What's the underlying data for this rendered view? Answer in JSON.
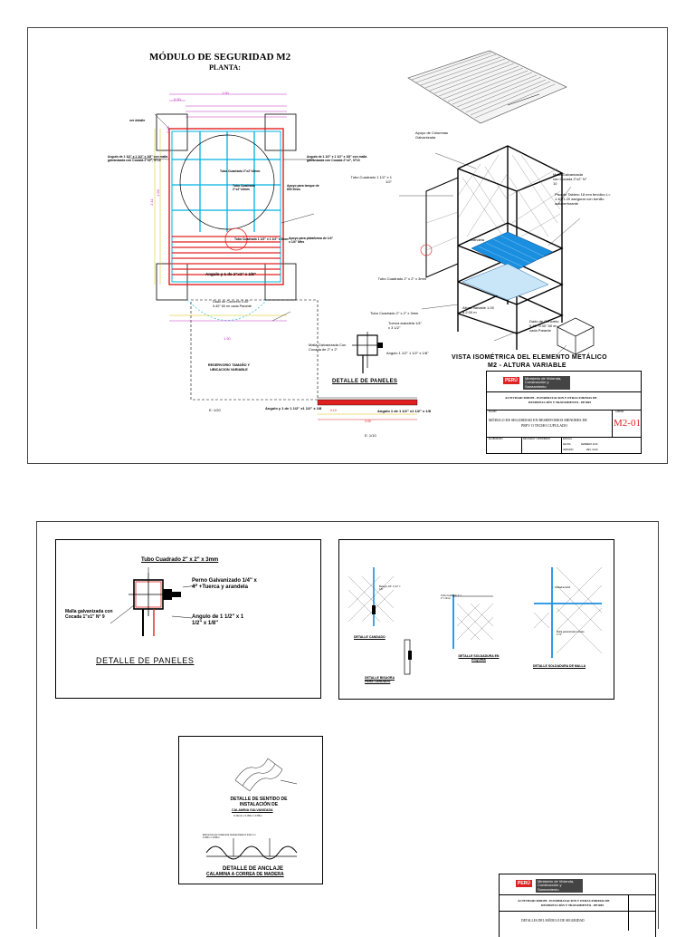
{
  "sheet1": {
    "title": "MÓDULO DE SEGURIDAD M2",
    "subtitle": "PLANTA:",
    "dims": {
      "top": "1.50",
      "top2": "0.50",
      "left": "2.11",
      "left2": "1.90",
      "bottom": "1.50",
      "small": "0.45"
    },
    "plan_labels": {
      "ver_detalle": "ver detalle",
      "angulo_left": "Angulo de 1 1/2\" x 1 1/2\" x 1/8\" con malla galvanizada con Cocada 2\"x2\", N°10",
      "angulo_right": "Angulo de 1 1/2\" x 1 1/2\" x 1/8\" con malla galvanizada con Cocada 2\"x2\", N°10",
      "tubo_cuadrado": "Tubo Cuadrado 2\"x2\"x3mm",
      "tubo_cuadrado2": "Tubo Cuadrado 2\"x2\"x3mm",
      "apoyo_tanque": "Apoyo para tanque de 600 litros",
      "tubo_cuadrado3": "Tubo Cuadrado 1 1/2\" x 1 1/2\" x 3mm",
      "apoyo_plataforma": "Apoyo para plataforma de 1/4\" x 1/4\" Mtrs",
      "angulo_bottom": "Angulo  y   1 de 1\"x1\" x 1/8\"",
      "dado_concreto": "Dado de Concreto 0.40\" 0.40\" 60 en cada Parante",
      "dim_bottom": "1.50",
      "reservorio": "RESERVORIO TAMAÑO Y UBICACION VARIABLE",
      "scale": "E: 1/20"
    },
    "iso_labels": {
      "apoyo_columnas": "Apoyo de Columnas Galvanizada",
      "tubo_left": "Tubo Cuadrado 1 1/2\" x 1 1/2\"",
      "malla_galv": "Malla Galvanizada con Cocada 2\"x2\" N° 10",
      "piso_tablero": "Piso de Tablero 18 mm fenólico L= 1.40*1.20 asegurar con tornillo autoperforante",
      "arandela": "Arandela",
      "tubo_bottom": "Tubo Cuadrado 2\" x 2\" x 3mm",
      "altura_variable": "Altura Variable 1.00 a 2.00 m",
      "dado": "Dado de Concreto 0.40\" 0.40\" 60 en cada Parante",
      "iso_title": "VISTA ISOMÉTRICA DEL ELEMENTO METÁLICO",
      "iso_subtitle": "M2 -  ALTURA VARIABLE"
    },
    "detail_small": {
      "tubo": "Tubo Cuadrado 2\" x 2\" x 3mm",
      "tuerca": "Tuerca arandela 1/4\" x 3 1/2\"",
      "malla": "Malla Galvanizada Con Cocada de 2\" x 2\"",
      "angulo": "Angulo 1 1/2\" 1 1/2\" x 1/8\""
    },
    "panel_detail": {
      "title": "DETALLE DE PANELES",
      "angulo_left": "Angulo  y   1 de 1 1/2\" x1 1/2\" x 1/8",
      "angulo_right": "Angulo   1 de 1 1/2\" x1 1/2\" x 1/8",
      "dim1": "0.10",
      "dim2": "0.90",
      "scale": "E: 1/10"
    },
    "title_block": {
      "flag": "PERÚ",
      "ministry": "Ministerio de Vivienda, Construcción y Saneamiento",
      "activity_line1": "ACTIVIDAD 5005299 - POTABILIZACION Y OTRAS FORMAS DE",
      "activity_line2": "DESINFECCIÓN Y TRATAMIENTO - PP1005",
      "plano_label": "PLANO",
      "lamina_label": "LÁMINA",
      "description_line1": "MÓDULO DE SEGURIDAD EN RESERVORIOS MENORES DE",
      "description_line2": "PRFV O TECHO CUPULADO",
      "code": "M2-01",
      "elaborado": "ELABORADO",
      "revisado": "REVISADO Y APROBADO",
      "escala": "ESCALA",
      "fecha": "FECHA:",
      "fecha_val": "FEBRERO 2019",
      "version": "VERSIÓN:",
      "version_val": "REV. 01/19"
    }
  },
  "sheet2": {
    "panel_detail": {
      "tubo": "Tubo Cuadrado 2\" x 2\" x 3mm",
      "perno": "Perno Galvanizado 1/4\" x 4\" +Tuerca y arandela",
      "malla": "Malla galvanizada con Cocada 1\"x1\" N° 9",
      "angulo": "Angulo de 1 1/2\" x 1 1/2\" x 1/8\"",
      "title": "DETALLE DE PANELES"
    },
    "welds": {
      "candado": "DETALLE  CANDADO",
      "bisagra": "DETALLE  BISAGRA PARA CANDADO",
      "esquina": "DETALLE  SOLDADURA EN ESQUINA",
      "malla": "DETALLE  SOLDADURA DE MALLA",
      "small1": "Bisagra 1/4\" 1 1/2\" x 1/8\"",
      "small2": "Tubo Cuadrado 2\" x 2\" x 3mm",
      "small3": "Soldadura E60",
      "small4": "Malla galvanizada Cocada 1\"x1\""
    },
    "calamina": {
      "sentido_title": "DETALLE DE SENTIDO DE INSTALACIÓN  DE",
      "sentido_sub": "CALAMINA GALVANIZADA",
      "sentido_small": "0.14mm x 1.80m x 0.83m",
      "anclaje_small": "Estructura de Calamina Galvanizada 0.14mm x 1.80m x 0.83m",
      "anclaje_title": "DETALLE DE ANCLAJE",
      "anclaje_sub": "CALAMINA A CORREA DE MADERA"
    },
    "title_block": {
      "flag": "PERÚ",
      "ministry": "Ministerio de Vivienda, Construcción y Saneamiento",
      "activity_line1": "ACTIVIDAD 5005299 - POTABILIZACION Y OTRAS FORMAS DE",
      "activity_line2": "DESINFECCIÓN Y TRATAMIENTO - PP1005",
      "description": "DETALLES DEL MÓDULO DE SEGURIDAD"
    }
  },
  "colors": {
    "cyan": "#00b0e0",
    "red": "#e02020",
    "magenta": "#c030c0",
    "yellow": "#d8c000",
    "blue": "#1a8fe0",
    "sheet_border": "#444444"
  }
}
